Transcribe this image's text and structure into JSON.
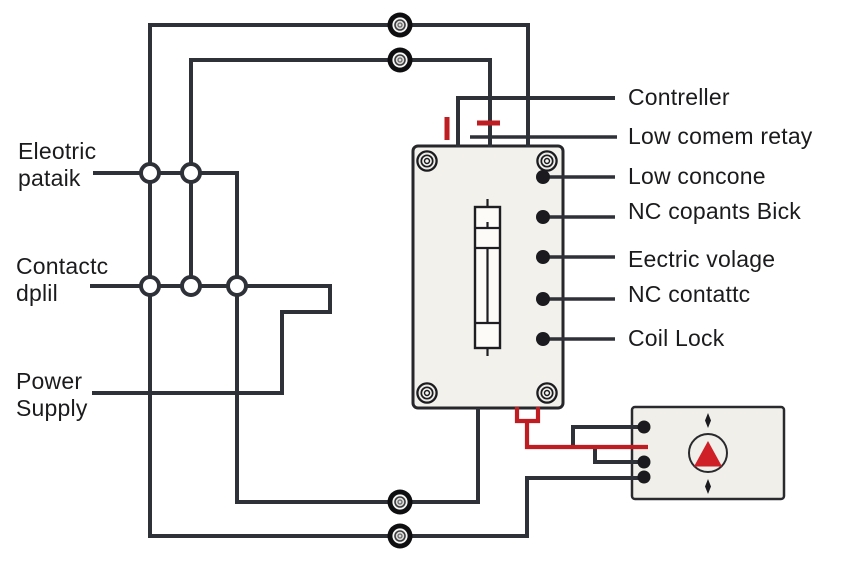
{
  "diagram_title": "relay-wiring-diagram",
  "colors": {
    "background": "#ffffff",
    "wire": "#2e3138",
    "accent_red": "#bf1d22",
    "panel_fill": "#f2f1ec",
    "text": "#1b1b1d",
    "indicator_triangle": "#cf2027"
  },
  "left_labels": [
    {
      "line1": "Eleotric",
      "line2": "pataik"
    },
    {
      "line1": "Contactc",
      "line2": "dplil"
    },
    {
      "line1": "Power",
      "line2": "Supply"
    }
  ],
  "right_labels": [
    {
      "text": "Contreller"
    },
    {
      "text": "Low comem retay"
    },
    {
      "text": "Low concone"
    },
    {
      "text": "NC copants Bick"
    },
    {
      "text": "Eectric volage"
    },
    {
      "text": "NC contattc"
    },
    {
      "text": "Coil Lock"
    }
  ],
  "components": {
    "relay_module": {
      "icon": "relay-module-box",
      "corner_screws": 4,
      "terminal_dots": 5,
      "inner_symbol": "fuse-cartridge"
    },
    "indicator_module": {
      "icon": "indicator-box",
      "symbol": "red-triangle-icon",
      "terminal_dots": 3
    },
    "cable_grommets": {
      "icon": "grommet-icon",
      "count": 4
    },
    "junction_nodes": {
      "icon": "junction-node-icon",
      "count": 5
    },
    "red_marks": {
      "icons": [
        "red-tick-mark",
        "red-dash-mark"
      ]
    }
  }
}
